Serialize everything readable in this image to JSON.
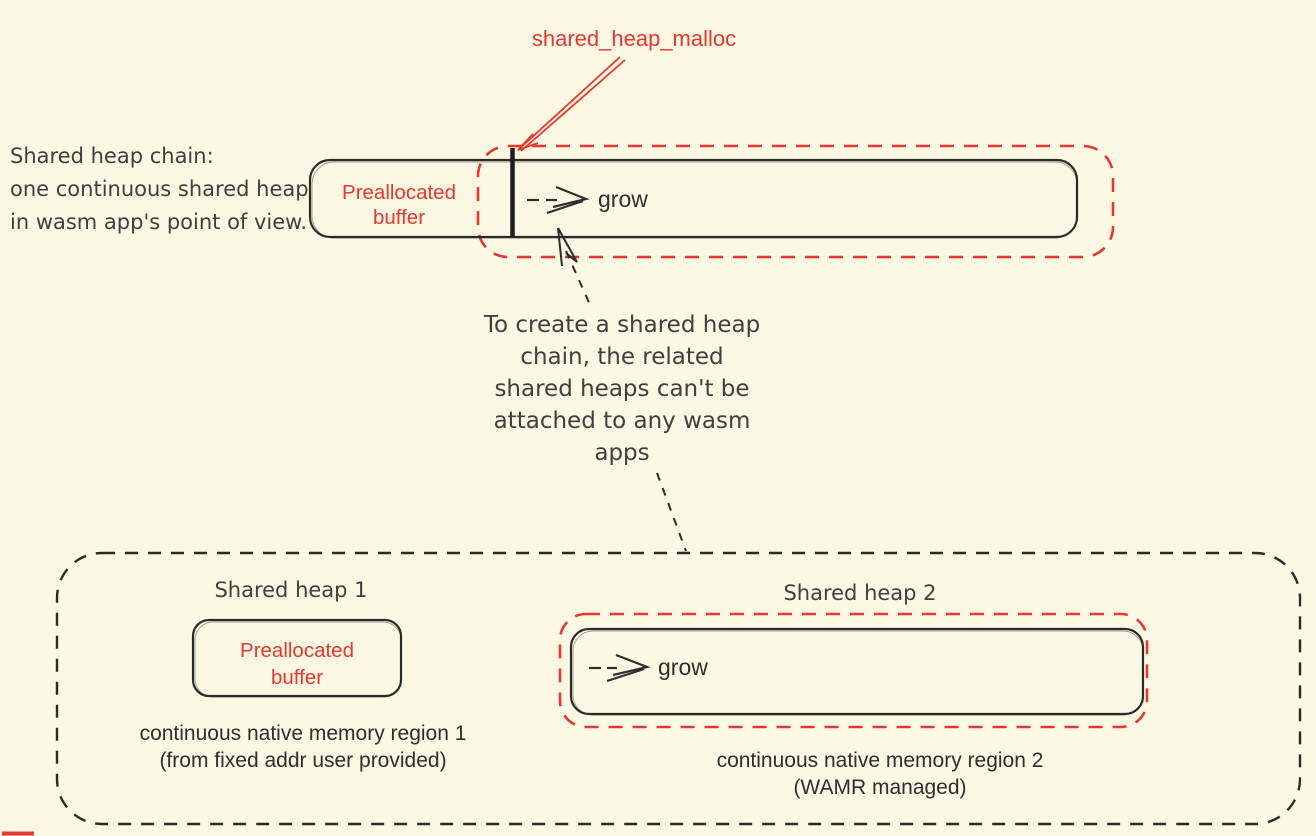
{
  "palette": {
    "background": "#fcf8e3",
    "red": "#e5382e",
    "stroke_black": "#2b2b2b",
    "text_dark": "#3f3f3f",
    "text_caption": "#2e2e2e"
  },
  "top_section": {
    "malloc_label": "shared_heap_malloc",
    "left_note_lines": [
      "Shared heap chain:",
      "one continuous shared heap",
      "in wasm app's point of view."
    ],
    "bar": {
      "preallocated_line1": "Preallocated",
      "preallocated_line2": "buffer",
      "grow_label": "grow"
    }
  },
  "middle_note_lines": [
    "To create a shared heap",
    "chain, the related",
    "shared heaps can't be",
    "attached to any wasm",
    "apps"
  ],
  "bottom_section": {
    "heap1": {
      "title": "Shared heap 1",
      "buffer_line1": "Preallocated",
      "buffer_line2": "buffer",
      "caption_line1": "continuous native memory region 1",
      "caption_line2": "(from fixed addr user provided)"
    },
    "heap2": {
      "title": "Shared heap 2",
      "grow_label": "grow",
      "caption_line1": "continuous native memory region 2",
      "caption_line2": "(WAMR managed)"
    }
  }
}
